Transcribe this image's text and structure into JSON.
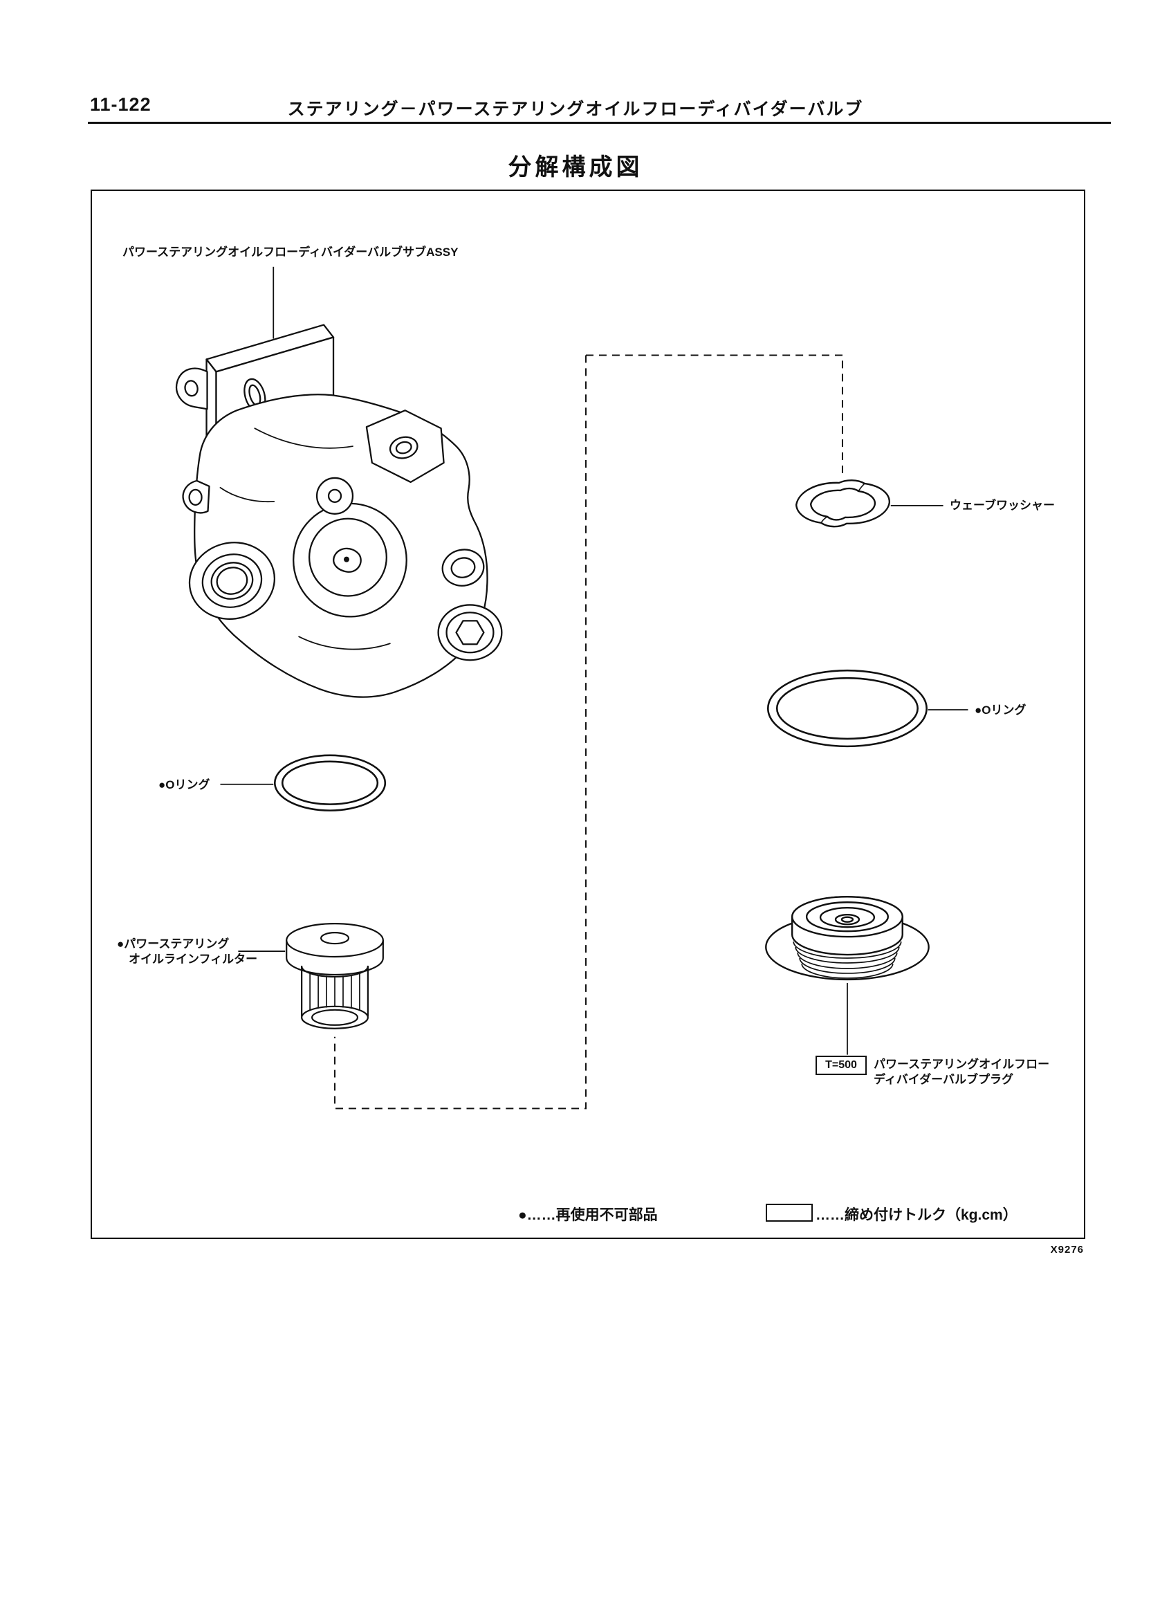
{
  "header": {
    "page_number": "11-122",
    "title": "ステアリング－パワーステアリングオイルフローディバイダーバルブ"
  },
  "section_title": "分解構成図",
  "figure_code": "X9276",
  "diagram": {
    "labels": {
      "sub_assy": "パワーステアリングオイルフローディバイダーバルブサブASSY",
      "wave_washer": "ウェーブワッシャー",
      "o_ring_right": "●Oリング",
      "o_ring_left": "●Oリング",
      "filter_line1": "●パワーステアリング",
      "filter_line2": "オイルラインフィルター",
      "plug_torque": "T=500",
      "plug_name_line1": "パワーステアリングオイルフロー",
      "plug_name_line2": "ディバイダーバルブプラグ"
    },
    "legend": {
      "non_reusable": "●……再使用不可部品",
      "torque": "……締め付けトルク（kg.cm）"
    }
  }
}
